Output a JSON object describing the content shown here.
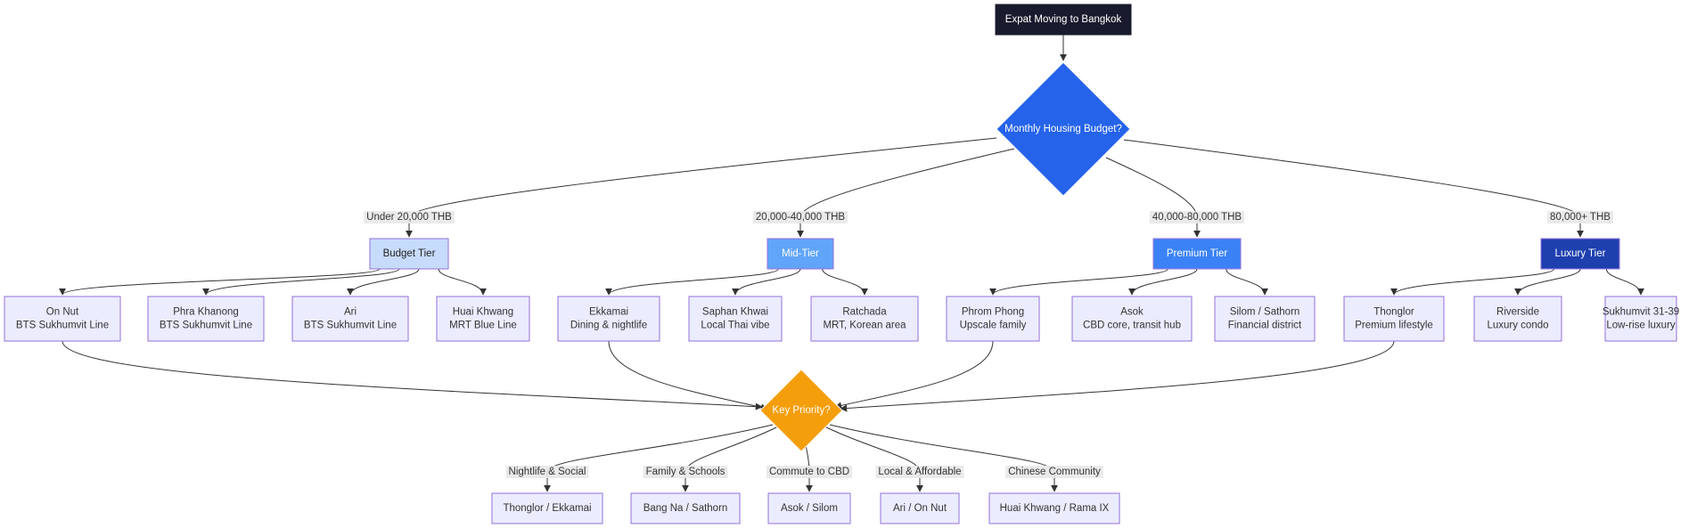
{
  "diagram": {
    "start": {
      "label": "Expat Moving to Bangkok",
      "fill": "#1a1a2e",
      "text_color": "#ffffff"
    },
    "budget_decision": {
      "label": "Monthly Housing Budget?",
      "fill": "#2563eb",
      "text_color": "#ffffff"
    },
    "tiers": [
      {
        "label": "Budget Tier",
        "edge_label": "Under 20,000 THB",
        "fill": "#c7dbfd",
        "text_color": "#222222",
        "areas": [
          {
            "name": "On Nut",
            "note": "BTS Sukhumvit Line"
          },
          {
            "name": "Phra Khanong",
            "note": "BTS Sukhumvit Line"
          },
          {
            "name": "Ari",
            "note": "BTS Sukhumvit Line"
          },
          {
            "name": "Huai Khwang",
            "note": "MRT Blue Line"
          }
        ]
      },
      {
        "label": "Mid-Tier",
        "edge_label": "20,000-40,000 THB",
        "fill": "#60a5fa",
        "text_color": "#ffffff",
        "areas": [
          {
            "name": "Ekkamai",
            "note": "Dining & nightlife"
          },
          {
            "name": "Saphan Khwai",
            "note": "Local Thai vibe"
          },
          {
            "name": "Ratchada",
            "note": "MRT, Korean area"
          }
        ]
      },
      {
        "label": "Premium Tier",
        "edge_label": "40,000-80,000 THB",
        "fill": "#3b82f6",
        "text_color": "#ffffff",
        "areas": [
          {
            "name": "Phrom Phong",
            "note": "Upscale family"
          },
          {
            "name": "Asok",
            "note": "CBD core, transit hub"
          },
          {
            "name": "Silom / Sathorn",
            "note": "Financial district"
          }
        ]
      },
      {
        "label": "Luxury Tier",
        "edge_label": "80,000+ THB",
        "fill": "#1e40af",
        "text_color": "#ffffff",
        "areas": [
          {
            "name": "Thonglor",
            "note": "Premium lifestyle"
          },
          {
            "name": "Riverside",
            "note": "Luxury condo"
          },
          {
            "name": "Sukhumvit 31-39",
            "note": "Low-rise luxury"
          }
        ]
      }
    ],
    "priority_decision": {
      "label": "Key Priority?",
      "fill": "#f59e0b",
      "text_color": "#ffffff"
    },
    "priorities": [
      {
        "label": "Nightlife & Social",
        "result": "Thonglor / Ekkamai"
      },
      {
        "label": "Family & Schools",
        "result": "Bang Na / Sathorn"
      },
      {
        "label": "Commute to CBD",
        "result": "Asok / Silom"
      },
      {
        "label": "Local & Affordable",
        "result": "Ari / On Nut"
      },
      {
        "label": "Chinese Community",
        "result": "Huai Khwang / Rama IX"
      }
    ],
    "area_node_fill": "#ececff",
    "area_node_stroke": "#9370db",
    "area_text_color": "#333333"
  }
}
